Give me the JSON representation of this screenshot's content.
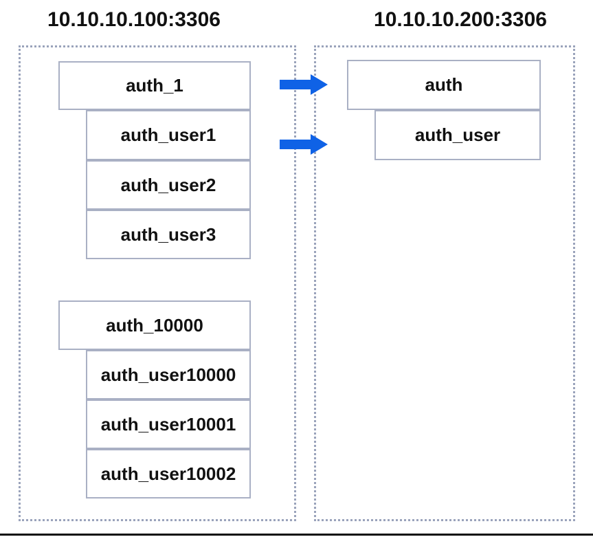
{
  "left_server": {
    "title": "10.10.10.100:3306",
    "group1": {
      "parent": "auth_1",
      "children": [
        "auth_user1",
        "auth_user2",
        "auth_user3"
      ]
    },
    "group2": {
      "parent": "auth_10000",
      "children": [
        "auth_user10000",
        "auth_user10001",
        "auth_user10002"
      ]
    }
  },
  "right_server": {
    "title": "10.10.10.200:3306",
    "group": {
      "parent": "auth",
      "children": [
        "auth_user"
      ]
    }
  },
  "arrows": [
    {
      "name": "auth-migration-arrow"
    },
    {
      "name": "auth-user-migration-arrow"
    }
  ],
  "colors": {
    "arrow_blue": "#0f62e6",
    "box_border": "#a9b0c4",
    "dashed_border": "#9aa3bb",
    "text_color": "#111111",
    "bottom_rule": "#0a0a0a"
  }
}
